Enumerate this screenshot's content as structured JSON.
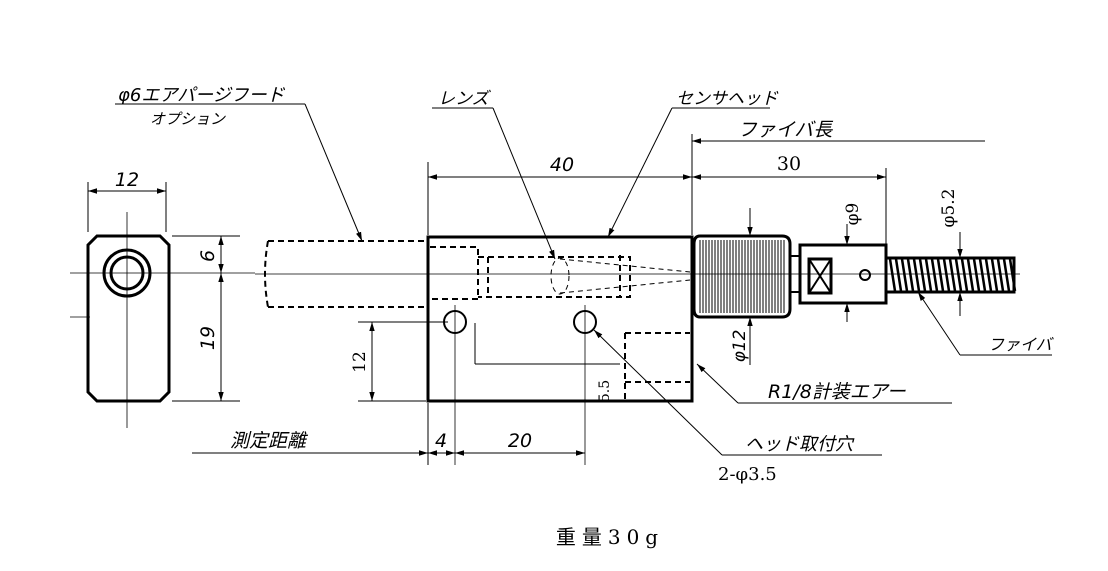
{
  "labels": {
    "purge_hood": "φ6エアパージフード",
    "option": "オプション",
    "lens": "レンズ",
    "sensor_head": "センサヘッド",
    "fiber_length": "ファイバ長",
    "fiber": "ファイバ",
    "air_fitting": "R1/8計装エアー",
    "mount_hole": "ヘッド取付穴",
    "mount_hole_spec": "2-φ3.5",
    "measuring_distance": "測定距離",
    "weight": "重量30g"
  },
  "dimensions": {
    "end_width": "12",
    "end_upper": "6",
    "end_lower": "19",
    "body_length": "40",
    "fiber_section": "30",
    "phi9": "φ9",
    "phi5_2": "φ5.2",
    "phi12": "φ12",
    "hole_height": "12",
    "hole_offset": "4",
    "hole_pitch": "20",
    "small_dim": "5.5"
  }
}
